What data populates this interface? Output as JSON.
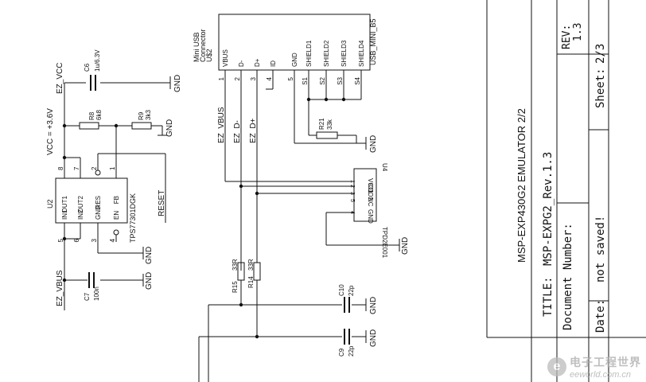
{
  "title_block": {
    "title_label": "TITLE:",
    "title_value": "MSP-EXPG2_Rev.1.3",
    "doc_number_label": "Document Number:",
    "date_label": "Date:",
    "date_value": "not saved!",
    "rev_label": "REV:",
    "rev_value": "1.3",
    "sheet_label": "Sheet:",
    "sheet_value": "2/3",
    "sheet_title": "MSP-EXP430G2 EMULATOR 2/2"
  },
  "usb": {
    "ref": "U$2",
    "desc1": "Mini USB",
    "desc2": "Connector",
    "part": "USB_MINI_B5",
    "pins": [
      "VBUS",
      "D-",
      "D+",
      "ID",
      "GND",
      "SHIELD1",
      "SHIELD2",
      "SHIELD3",
      "SHIELD4"
    ],
    "pin_nums": [
      "1",
      "2",
      "3",
      "4",
      "5",
      "S1",
      "S2",
      "S3",
      "S4"
    ]
  },
  "regulator": {
    "ref": "U2",
    "part": "TPS77301DGK",
    "pins": [
      "IN1",
      "IN2",
      "GND",
      "EN",
      "FB",
      "RES",
      "OUT2",
      "OUT1"
    ],
    "pin_nums": [
      "5",
      "6",
      "3",
      "4",
      "1",
      "2",
      "7",
      "8"
    ]
  },
  "tvs": {
    "ref": "U4",
    "part": "TPD2E001",
    "pins": [
      "VCC",
      "IO1",
      "IO2",
      "NC",
      "GND"
    ],
    "pin_nums": [
      "1",
      "2",
      "3",
      "5",
      "4"
    ]
  },
  "components": {
    "c6": {
      "ref": "C6",
      "value": "1u/6.3V"
    },
    "c7": {
      "ref": "C7",
      "value": "100n"
    },
    "c9": {
      "ref": "C9",
      "value": "22p"
    },
    "c10": {
      "ref": "C10",
      "value": "22p"
    },
    "r8": {
      "ref": "R8",
      "value": "6k8"
    },
    "r9": {
      "ref": "R9",
      "value": "3k3"
    },
    "r14": {
      "ref": "R14",
      "value": "33R"
    },
    "r15": {
      "ref": "R15",
      "value": "33R"
    },
    "r21": {
      "ref": "R21",
      "value": "33k"
    }
  },
  "nets": {
    "ez_vcc": "EZ_VCC",
    "vcc": "VCC = +3.6V",
    "ez_vbus": "EZ_VBUS",
    "ez_dm": "EZ_D-",
    "ez_dp": "EZ_D+",
    "reset": "RESET",
    "gnd": "GND"
  },
  "watermark": {
    "cn": "电子工程世界",
    "en": "eeworld.com.cn"
  }
}
